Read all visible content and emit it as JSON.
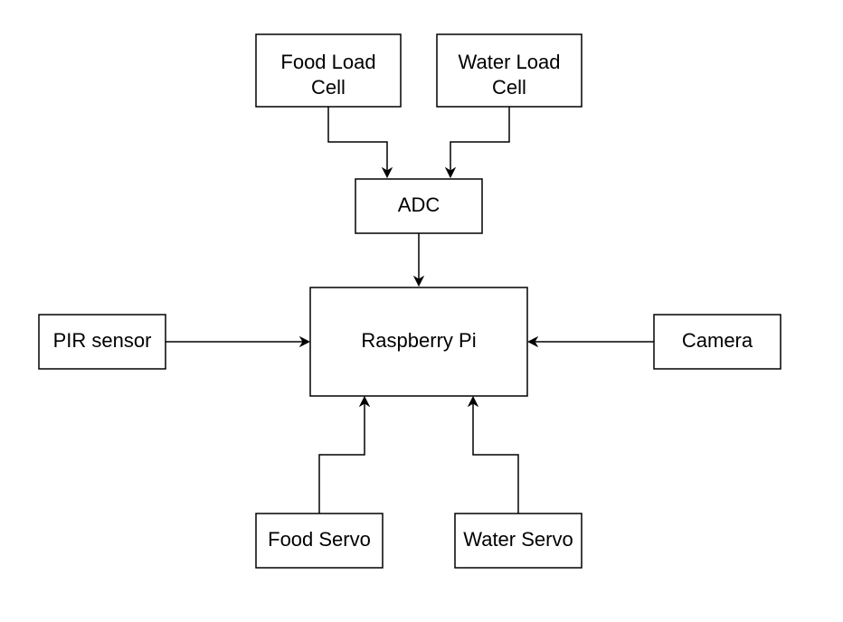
{
  "diagram": {
    "nodes": {
      "food_load_cell": {
        "lines": [
          "Food Load",
          "Cell"
        ]
      },
      "water_load_cell": {
        "lines": [
          "Water Load",
          "Cell"
        ]
      },
      "adc": {
        "lines": [
          "ADC"
        ]
      },
      "raspberry_pi": {
        "lines": [
          "Raspberry Pi"
        ]
      },
      "pir_sensor": {
        "lines": [
          "PIR sensor"
        ]
      },
      "camera": {
        "lines": [
          "Camera"
        ]
      },
      "food_servo": {
        "lines": [
          "Food Servo"
        ]
      },
      "water_servo": {
        "lines": [
          "Water Servo"
        ]
      }
    },
    "edges": [
      {
        "from": "food_load_cell",
        "to": "adc"
      },
      {
        "from": "water_load_cell",
        "to": "adc"
      },
      {
        "from": "adc",
        "to": "raspberry_pi"
      },
      {
        "from": "pir_sensor",
        "to": "raspberry_pi"
      },
      {
        "from": "camera",
        "to": "raspberry_pi"
      },
      {
        "from": "food_servo",
        "to": "raspberry_pi"
      },
      {
        "from": "water_servo",
        "to": "raspberry_pi"
      }
    ]
  }
}
